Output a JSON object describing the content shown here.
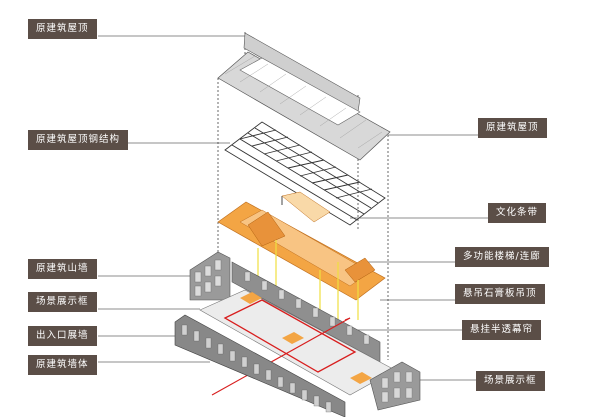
{
  "labels": {
    "roof_top": "原建筑屋顶",
    "roof_steel": "原建筑屋顶钢结构",
    "gable_wall": "原建筑山墙",
    "scene_frame_left": "场景展示框",
    "entrance_wall": "出入口展墙",
    "wall_body": "原建筑墙体",
    "roof_right": "原建筑屋顶",
    "culture_strip": "文化条带",
    "stair_ramp": "多功能楼梯/连廊",
    "gypsum_ceiling": "悬吊石膏板吊顶",
    "curtain": "悬挂半透幕帘",
    "scene_frame_right": "场景展示框"
  },
  "colors": {
    "label_bg": "#5b4e47",
    "orange": "#f3a544",
    "red": "#d81e1e",
    "yellow": "#f0e040",
    "wall": "#8a8a8a"
  }
}
